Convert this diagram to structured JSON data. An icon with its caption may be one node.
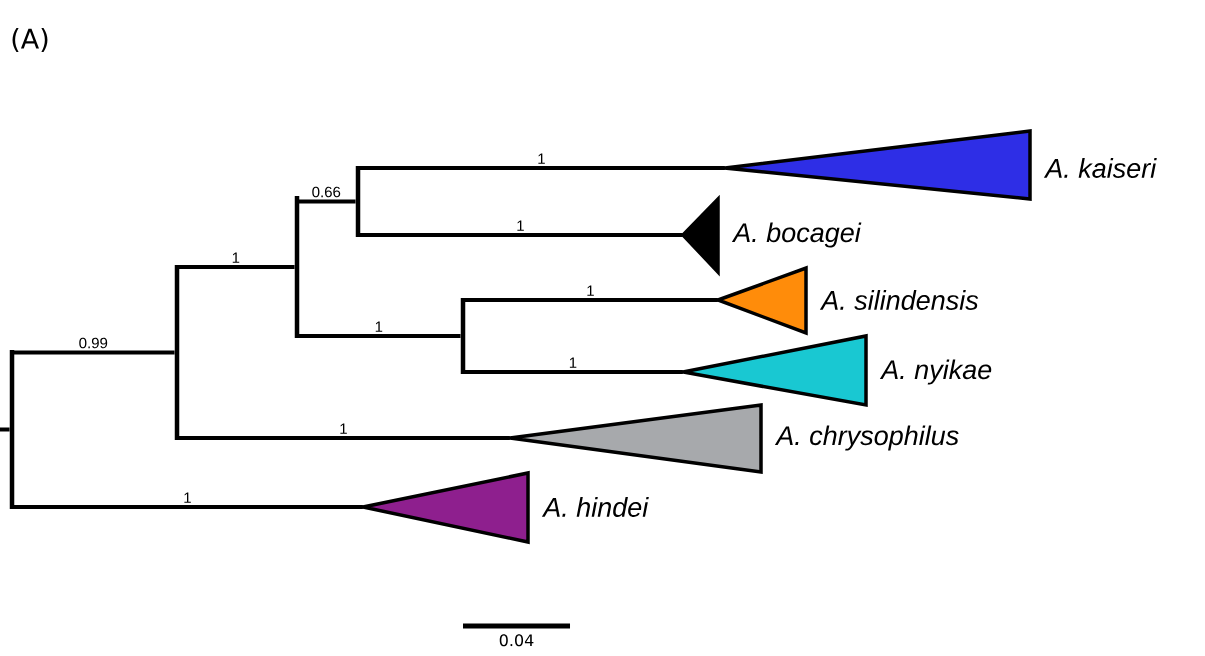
{
  "diagram": {
    "nodes": [
      {
        "text": [],
        "shape": "bar"
      },
      {
        "text": [],
        "shape": "bar"
      },
      {
        "text": [],
        "shape": "bar"
      },
      {
        "text": [],
        "shape": "bar"
      },
      {
        "text": [
          "A. kaiseri"
        ]
      },
      {
        "text": [
          "A. bocagei"
        ]
      },
      {
        "text": [],
        "shape": "bar"
      },
      {
        "text": [
          "A. silindensis"
        ]
      },
      {
        "text": [
          "A. nyikae"
        ]
      },
      {
        "text": [
          "A. chrysophilus"
        ]
      },
      {
        "text": [
          "A. hindei"
        ]
      }
    ],
    "edges": [
      {
        "from": null,
        "to": 0,
        "arrow": "none"
      },
      {
        "from": 0,
        "to": 1,
        "arrow": "none",
        "label": "0.99"
      },
      {
        "from": 1,
        "to": 2,
        "arrow": "none",
        "label": "1"
      },
      {
        "from": 2,
        "to": 3,
        "arrow": "none",
        "label": "0.66"
      },
      {
        "from": 3,
        "to": 4,
        "arrow": "none",
        "label": "1"
      },
      {
        "from": 3,
        "to": 5,
        "arrow": "none",
        "label": "1"
      },
      {
        "from": 2,
        "to": 6,
        "arrow": "none",
        "label": "1"
      },
      {
        "from": 6,
        "to": 7,
        "arrow": "none",
        "label": "1"
      },
      {
        "from": 6,
        "to": 8,
        "arrow": "none",
        "label": "1"
      },
      {
        "from": 1,
        "to": 9,
        "arrow": "none",
        "label": "1"
      },
      {
        "from": 0,
        "to": 10,
        "arrow": "none",
        "label": "1"
      }
    ],
    "labels": [
      "(A)",
      "0.04"
    ]
  }
}
